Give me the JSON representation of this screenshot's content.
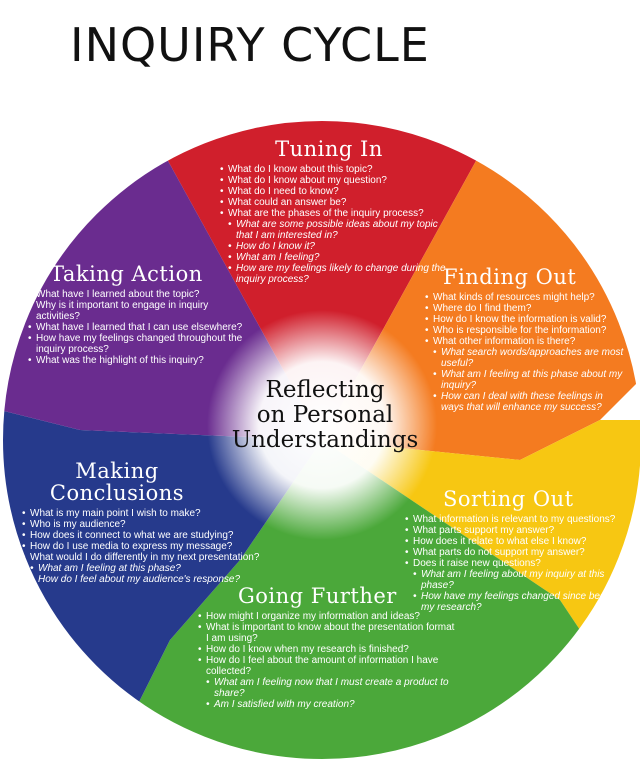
{
  "title": "INQUIRY CYCLE",
  "center": [
    "Reflecting",
    "on Personal",
    "Understandings"
  ],
  "colors": {
    "red": "#d01f2c",
    "orange": "#f47b20",
    "yellow": "#f7c712",
    "green": "#4ba83a",
    "blue": "#263a8c",
    "purple": "#6a2c8f"
  },
  "sections": {
    "tuning_in": {
      "heading": "Tuning In",
      "items": [
        {
          "text": "What do I know about this topic?",
          "level": 1
        },
        {
          "text": "What do I know about my question?",
          "level": 1
        },
        {
          "text": "What do I need to know?",
          "level": 1
        },
        {
          "text": "What could an answer be?",
          "level": 1
        },
        {
          "text": "What are the phases of the inquiry process?",
          "level": 1
        },
        {
          "text": "What are some possible ideas about my topic that I am interested in?",
          "level": 2
        },
        {
          "text": "How do I know it?",
          "level": 2
        },
        {
          "text": "What am I feeling?",
          "level": 2
        },
        {
          "text": "How are my feelings likely to change during the inquiry process?",
          "level": 2
        }
      ]
    },
    "finding_out": {
      "heading": "Finding Out",
      "items": [
        {
          "text": "What kinds of resources might help?",
          "level": 1
        },
        {
          "text": "Where do I find them?",
          "level": 1
        },
        {
          "text": "How do I know the information is valid?",
          "level": 1
        },
        {
          "text": "Who is responsible for the information?",
          "level": 1
        },
        {
          "text": "What other information is there?",
          "level": 1
        },
        {
          "text": "What search words/approaches are most useful?",
          "level": 2
        },
        {
          "text": "What am I feeling at this phase about my inquiry?",
          "level": 2
        },
        {
          "text": "How can I deal with these feelings in ways that will enhance my success?",
          "level": 2
        }
      ]
    },
    "sorting_out": {
      "heading": "Sorting Out",
      "items": [
        {
          "text": "What information is relevant to my questions?",
          "level": 1
        },
        {
          "text": "What parts support my answer?",
          "level": 1
        },
        {
          "text": "How does it relate to what else I know?",
          "level": 1
        },
        {
          "text": "What parts do not support my answer?",
          "level": 1
        },
        {
          "text": "Does it raise new questions?",
          "level": 1
        },
        {
          "text": "What am I feeling about my inquiry at this phase?",
          "level": 2
        },
        {
          "text": "How have my feelings changed since beginning my research?",
          "level": 2
        }
      ]
    },
    "going_further": {
      "heading": "Going Further",
      "items": [
        {
          "text": "How might I organize my information and ideas?",
          "level": 1
        },
        {
          "text": "What is important to know about the presentation format I am using?",
          "level": 1
        },
        {
          "text": "How do I know when my research is finished?",
          "level": 1
        },
        {
          "text": "How do I feel about the amount of information I have collected?",
          "level": 1
        },
        {
          "text": "What am I feeling now that I must create a product to share?",
          "level": 2
        },
        {
          "text": "Am I satisfied with my creation?",
          "level": 2
        }
      ]
    },
    "making_conclusions": {
      "heading": "Making Conclusions",
      "items": [
        {
          "text": "What is my main point I wish to make?",
          "level": 1
        },
        {
          "text": "Who is my audience?",
          "level": 1
        },
        {
          "text": "How does it connect to what we are studying?",
          "level": 1
        },
        {
          "text": "How do I use media to express my message?",
          "level": 1
        },
        {
          "text": "What would I do differently in my next presentation?",
          "level": 1
        },
        {
          "text": "What am I feeling at this phase?",
          "level": 2
        },
        {
          "text": "How do I feel about my audience's response?",
          "level": 2
        }
      ]
    },
    "taking_action": {
      "heading": "Taking Action",
      "items": [
        {
          "text": "What have I learned about the topic?",
          "level": 1
        },
        {
          "text": "Why is it important to engage in inquiry activities?",
          "level": 1
        },
        {
          "text": "What have I learned that I can use elsewhere?",
          "level": 1
        },
        {
          "text": "How have my feelings changed throughout the inquiry process?",
          "level": 1
        },
        {
          "text": "What was the highlight of this inquiry?",
          "level": 1
        }
      ]
    }
  }
}
